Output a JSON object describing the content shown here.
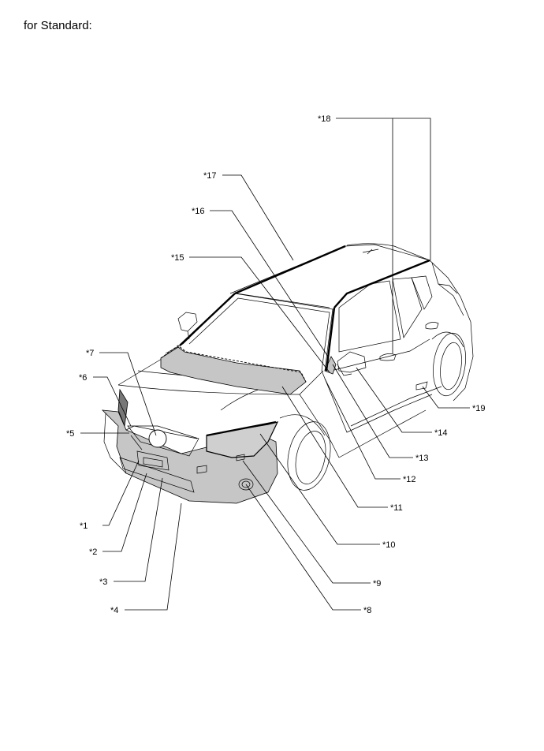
{
  "title": "for Standard:",
  "callouts": {
    "c1": "*1",
    "c2": "*2",
    "c3": "*3",
    "c4": "*4",
    "c5": "*5",
    "c6": "*6",
    "c7": "*7",
    "c8": "*8",
    "c9": "*9",
    "c10": "*10",
    "c11": "*11",
    "c12": "*12",
    "c13": "*13",
    "c14": "*14",
    "c15": "*15",
    "c16": "*16",
    "c17": "*17",
    "c18": "*18",
    "c19": "*19"
  }
}
